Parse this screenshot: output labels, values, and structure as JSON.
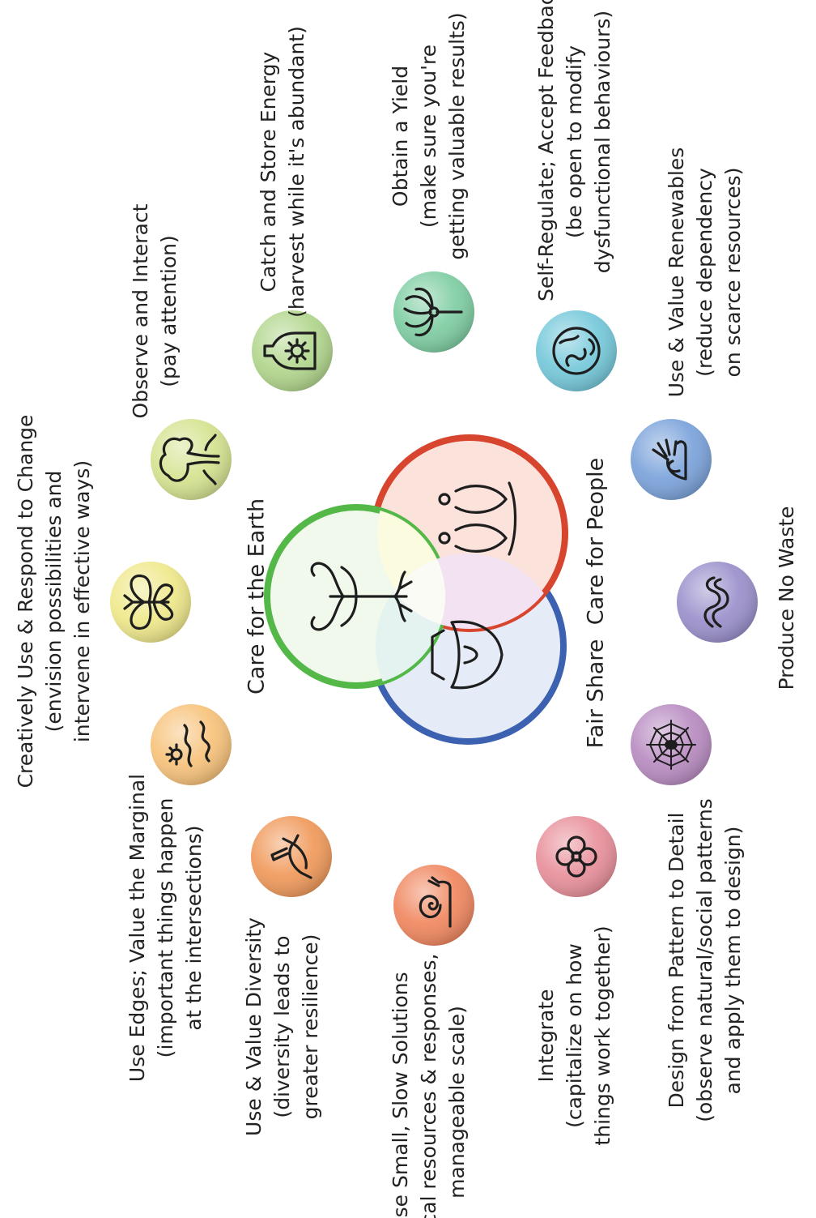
{
  "ethics": [
    {
      "label": "Care for the Earth",
      "color": "#53b848",
      "fill": "#f1f8ec"
    },
    {
      "label": "Care for People",
      "color": "#d8452e",
      "fill": "#fbe3dc"
    },
    {
      "label": "Fair Share",
      "color": "#3c61b0",
      "fill": "#e6ecf7"
    }
  ],
  "principles": [
    {
      "icon": "rabbit-icon",
      "color": "#f0995a",
      "lines": [
        "Use & Value Diversity",
        "(diversity leads to",
        "greater resilience)"
      ]
    },
    {
      "icon": "snail-icon",
      "color": "#f0865e",
      "lines": [
        "Use Small, Slow Solutions",
        "(local resources & responses,",
        "manageable scale)"
      ]
    },
    {
      "icon": "flower-integrate-icon",
      "color": "#e88f9a",
      "lines": [
        "Integrate",
        "(capitalize on how",
        "things work together)"
      ]
    },
    {
      "icon": "spider-web-icon",
      "color": "#b88bc1",
      "lines": [
        "Design from Pattern to Detail",
        "(observe natural/social patterns",
        "and apply them to design)"
      ]
    },
    {
      "icon": "worm-icon",
      "color": "#9a8fcb",
      "lines": [
        "Produce No Waste"
      ]
    },
    {
      "icon": "snail-hand-icon",
      "color": "#7aa2da",
      "lines": [
        "Use & Value Renewables",
        "(reduce dependency",
        "on scarce resources)"
      ]
    },
    {
      "icon": "globe-icon",
      "color": "#74c8da",
      "lines": [
        "Self-Regulate; Accept Feedback",
        "(be open to modify",
        "dysfunctional behaviours)"
      ]
    },
    {
      "icon": "carrot-icon",
      "color": "#7ecda2",
      "lines": [
        "Obtain a Yield",
        "(make sure you're",
        "getting valuable results)"
      ]
    },
    {
      "icon": "sun-jar-icon",
      "color": "#b1d68c",
      "lines": [
        "Catch and Store Energy",
        "(harvest while it's abundant)"
      ]
    },
    {
      "icon": "tree-icon",
      "color": "#d4e38f",
      "lines": [
        "Observe and Interact",
        "(pay attention)"
      ]
    },
    {
      "icon": "butterfly-icon",
      "color": "#efe88a",
      "lines": [
        "Creatively Use & Respond to Change",
        "(envision possibilities and",
        "intervene in effective ways)"
      ]
    },
    {
      "icon": "sun-wave-icon",
      "color": "#f7c27a",
      "lines": [
        "Use Edges; Value the Marginal",
        "(important things happen",
        "at the intersections)"
      ]
    }
  ]
}
